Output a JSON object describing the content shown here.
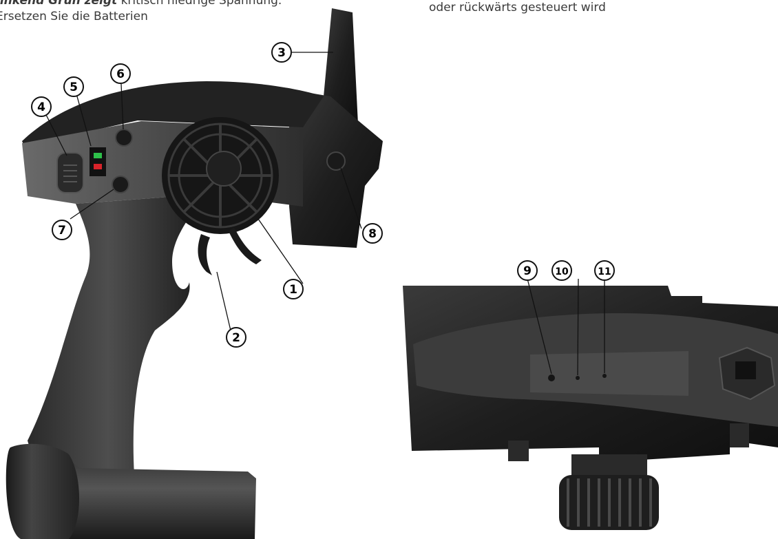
{
  "text": {
    "left_line1_emph": "linkend Grün zeigt",
    "left_line1_rest": " kritisch niedrige Spannung.",
    "left_line2": "Ersetzen Sie die Batterien",
    "right_line1": "oder rückwärts gesteuert wird"
  },
  "callouts": {
    "c1": "1",
    "c2": "2",
    "c3": "3",
    "c4": "4",
    "c5": "5",
    "c6": "6",
    "c7": "7",
    "c8": "8",
    "c9": "9",
    "c10": "10",
    "c11": "11"
  },
  "colors": {
    "body_dark": "#1c1c1c",
    "led_green": "#2ec04a",
    "led_red": "#d8232a",
    "callout_stroke": "#111111"
  }
}
